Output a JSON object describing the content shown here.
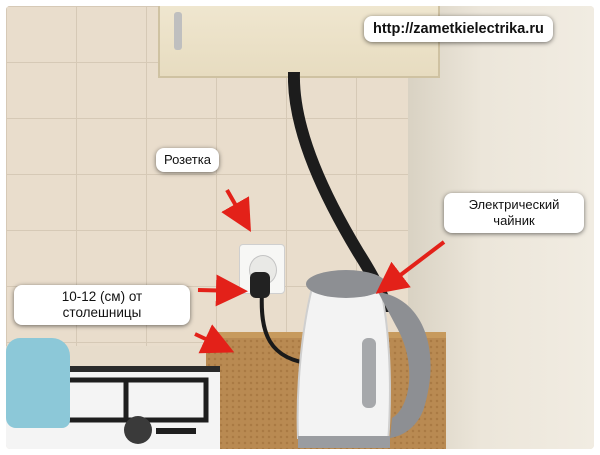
{
  "watermark_url": "http://zametkielectrika.ru",
  "annotations": {
    "socket": "Розетка",
    "kettle_line1": "Электрический",
    "kettle_line2": "чайник",
    "height_line1": "10-12 (см) от",
    "height_line2": "столешницы"
  },
  "colors": {
    "arrow": "#e32119",
    "label_bg": "#ffffff"
  },
  "icons": [
    "red-arrow-icon"
  ]
}
